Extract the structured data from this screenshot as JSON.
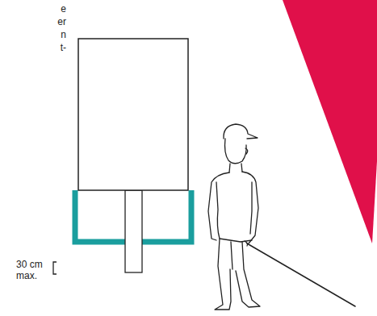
{
  "diagram": {
    "labels": [
      "e",
      "er",
      "n",
      "t-",
      "30 cm",
      "max."
    ]
  }
}
